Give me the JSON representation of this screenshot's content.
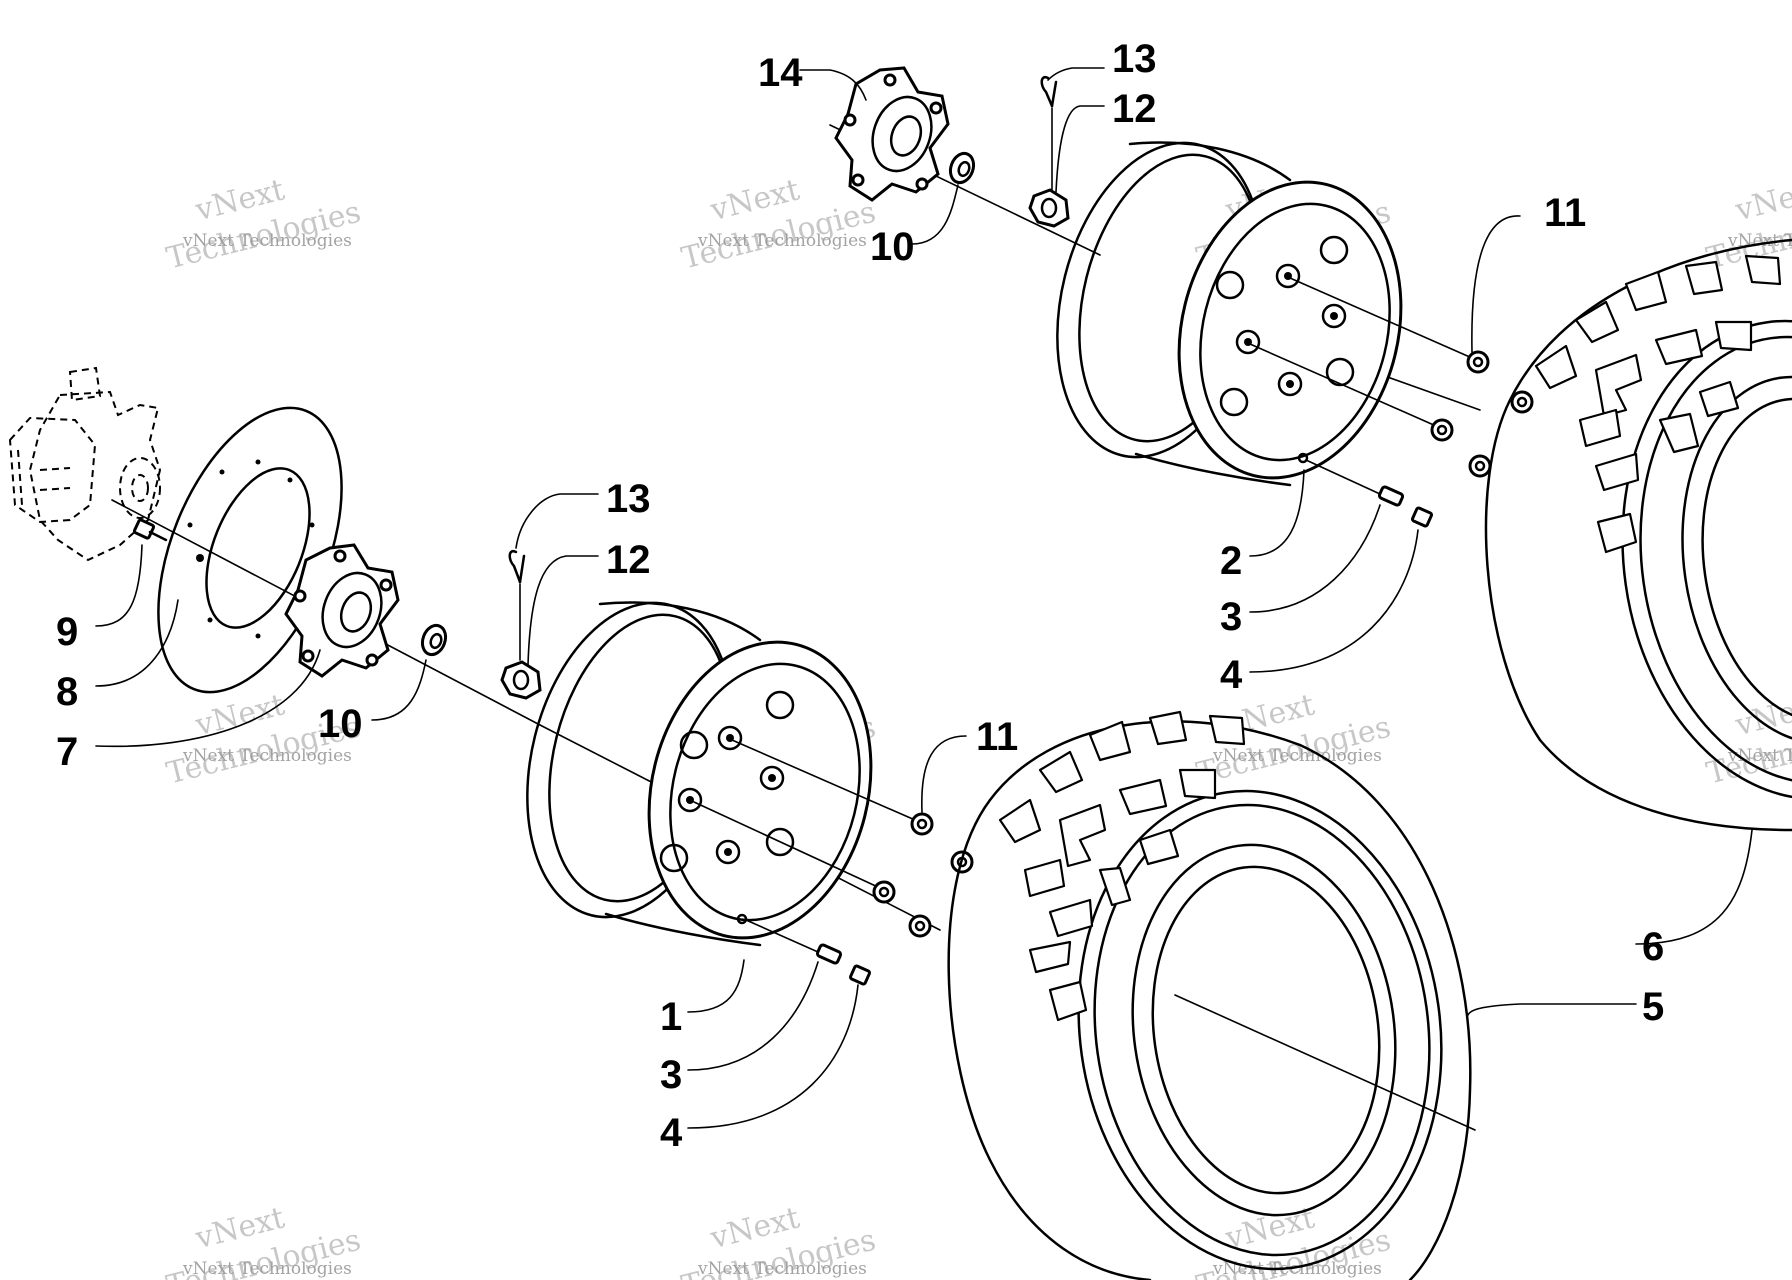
{
  "diagram": {
    "callouts": {
      "c1": "1",
      "c2": "2",
      "c3a": "3",
      "c3b": "3",
      "c4a": "4",
      "c4b": "4",
      "c5": "5",
      "c6": "6",
      "c7": "7",
      "c8": "8",
      "c9": "9",
      "c10a": "10",
      "c10b": "10",
      "c11a": "11",
      "c11b": "11",
      "c12a": "12",
      "c12b": "12",
      "c13a": "13",
      "c13b": "13",
      "c14": "14"
    },
    "watermark": {
      "line1": "vNext",
      "line2": "Technologies",
      "small": "vNext Technologies"
    }
  }
}
